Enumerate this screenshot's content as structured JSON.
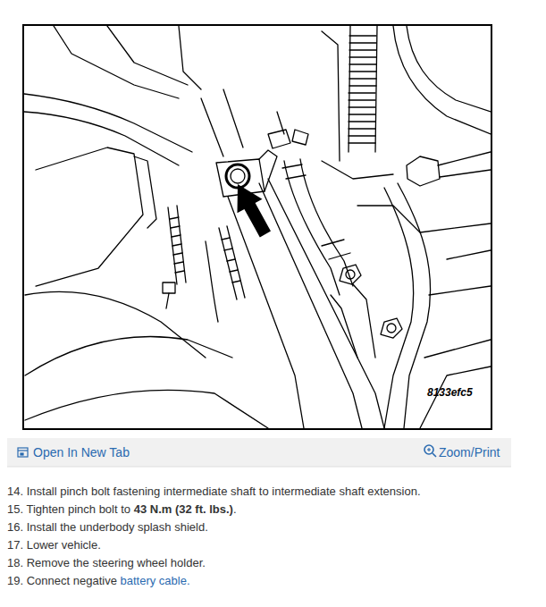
{
  "diagram": {
    "labels": [
      "8133efc5",
      "Open In New Tab",
      "Zoom/Print",
      "14. Install pinch bolt fastening intermediate shaft to intermediate shaft extension.",
      "15. Tighten pinch bolt to",
      "43 N.m (32 ft. lbs.)",
      ".",
      "16. Install the underbody splash shield.",
      "17. Lower vehicle.",
      "18. Remove the steering wheel holder.",
      "19. Connect negative",
      "battery cable",
      "."
    ]
  }
}
